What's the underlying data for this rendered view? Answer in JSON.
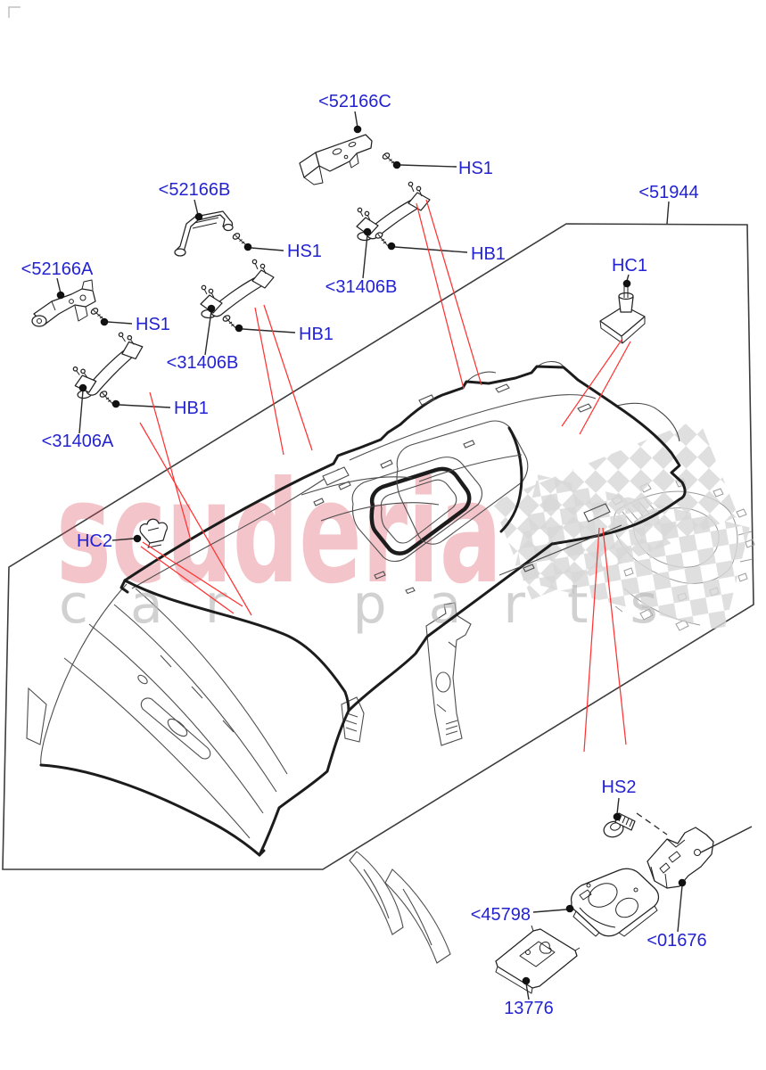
{
  "diagram": {
    "title": "Headlining and roof trim parts diagram",
    "watermark": {
      "primary": "scuderia",
      "secondary": "car parts"
    },
    "colors": {
      "label_blue": "#2323d1",
      "leader_black": "#2a2a2a",
      "red_leader": "#ff3333",
      "art_bold": "#1c1c1c",
      "art_thin": "#4d4d4d",
      "art_gray": "#9b9b9b",
      "watermark_pink": "#dd4f5e",
      "watermark_gray": "#b9b9b9",
      "flag_gray": "#d7d7d7",
      "background": "#ffffff"
    },
    "labels": [
      {
        "id": "52166C",
        "text": "<52166C",
        "role": "part-number"
      },
      {
        "id": "hs1-a",
        "text": "HS1",
        "role": "hardware-ref"
      },
      {
        "id": "52166B",
        "text": "<52166B",
        "role": "part-number"
      },
      {
        "id": "hb1-a",
        "text": "HB1",
        "role": "hardware-ref"
      },
      {
        "id": "hs1-b",
        "text": "HS1",
        "role": "hardware-ref"
      },
      {
        "id": "51944",
        "text": "<51944",
        "role": "part-number"
      },
      {
        "id": "31406B-r",
        "text": "<31406B",
        "role": "part-number"
      },
      {
        "id": "52166A",
        "text": "<52166A",
        "role": "part-number"
      },
      {
        "id": "hc1",
        "text": "HC1",
        "role": "hardware-ref"
      },
      {
        "id": "hs1-c",
        "text": "HS1",
        "role": "hardware-ref"
      },
      {
        "id": "hb1-b",
        "text": "HB1",
        "role": "hardware-ref"
      },
      {
        "id": "31406B-m",
        "text": "<31406B",
        "role": "part-number"
      },
      {
        "id": "hb1-c",
        "text": "HB1",
        "role": "hardware-ref"
      },
      {
        "id": "31406A",
        "text": "<31406A",
        "role": "part-number"
      },
      {
        "id": "hc2",
        "text": "HC2",
        "role": "hardware-ref"
      },
      {
        "id": "hs2",
        "text": "HS2",
        "role": "hardware-ref"
      },
      {
        "id": "45798",
        "text": "<45798",
        "role": "part-number"
      },
      {
        "id": "01676",
        "text": "<01676",
        "role": "part-number"
      },
      {
        "id": "13776",
        "text": "13776",
        "role": "part-number"
      }
    ]
  }
}
